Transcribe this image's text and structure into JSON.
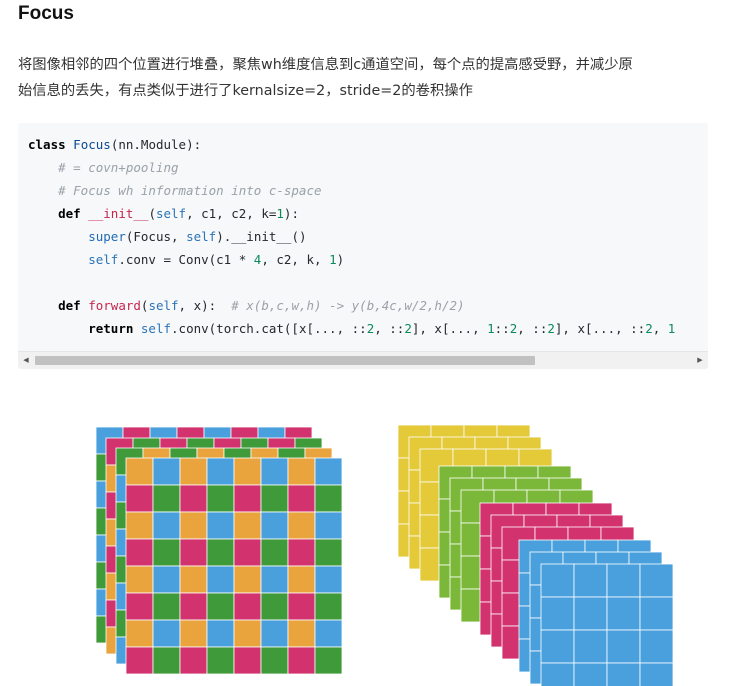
{
  "heading": "Focus",
  "description": {
    "line1": "将图像相邻的四个位置进行堆叠，聚焦wh维度信息到c通道空间，每个点的提高感受野，并减少原",
    "line2": "始信息的丢失，有点类似于进行了kernalsize=2，stride=2的卷积操作"
  },
  "code": {
    "l1": [
      "class",
      " ",
      "Focus",
      "(nn.Module):"
    ],
    "l2": "    # = covn+pooling",
    "l3": "    # Focus wh information into c-space",
    "l4": [
      "    ",
      "def",
      " ",
      "__init__",
      "(",
      "self",
      ", c1, c2, k=",
      "1",
      "):"
    ],
    "l5": [
      "        ",
      "super",
      "(Focus, ",
      "self",
      ").__init__()"
    ],
    "l6": [
      "        ",
      "self",
      ".conv = Conv(c1 * ",
      "4",
      ", c2, k, ",
      "1",
      ")"
    ],
    "l7": [
      "    ",
      "def",
      " ",
      "forward",
      "(",
      "self",
      ", x):  ",
      "# x(b,c,w,h) -> y(b,4c,w/2,h/2)"
    ],
    "l8": [
      "        ",
      "return",
      " ",
      "self",
      ".conv(torch.cat([x[..., ::",
      "2",
      ", ::",
      "2",
      "], x[..., ",
      "1",
      "::",
      "2",
      ", ::",
      "2",
      "], x[..., ::",
      "2",
      ", ",
      "1"
    ]
  },
  "scrollbar": {
    "left_arrow": "◀",
    "right_arrow": "▶"
  },
  "colors": {
    "blue": "#4aa0dd",
    "magenta": "#d2336f",
    "green": "#3f9a3a",
    "orange": "#e9a43d",
    "yellow": "#e4c938",
    "lime": "#7bb83a",
    "pink": "#d2336f",
    "sky": "#4aa0dd"
  }
}
